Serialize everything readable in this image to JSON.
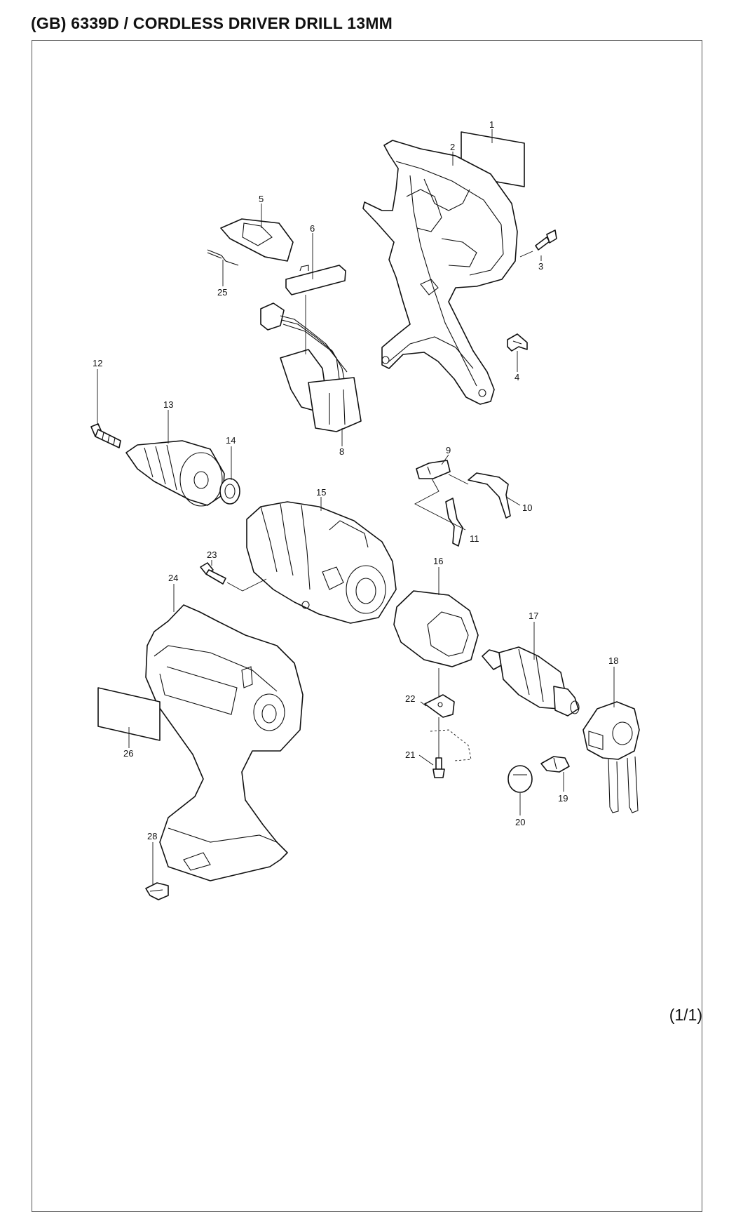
{
  "header": {
    "title": "(GB) 6339D / CORDLESS DRIVER DRILL 13MM"
  },
  "footer": {
    "page": "(1/1)"
  },
  "callouts": {
    "c1": "1",
    "c2": "2",
    "c3": "3",
    "c4": "4",
    "c5": "5",
    "c6": "6",
    "c8": "8",
    "c9": "9",
    "c10": "10",
    "c11": "11",
    "c12": "12",
    "c13": "13",
    "c14": "14",
    "c15": "15",
    "c16": "16",
    "c17": "17",
    "c18": "18",
    "c19": "19",
    "c20": "20",
    "c21": "21",
    "c22": "22",
    "c23": "23",
    "c24": "24",
    "c25": "25",
    "c26": "26",
    "c28": "28"
  }
}
